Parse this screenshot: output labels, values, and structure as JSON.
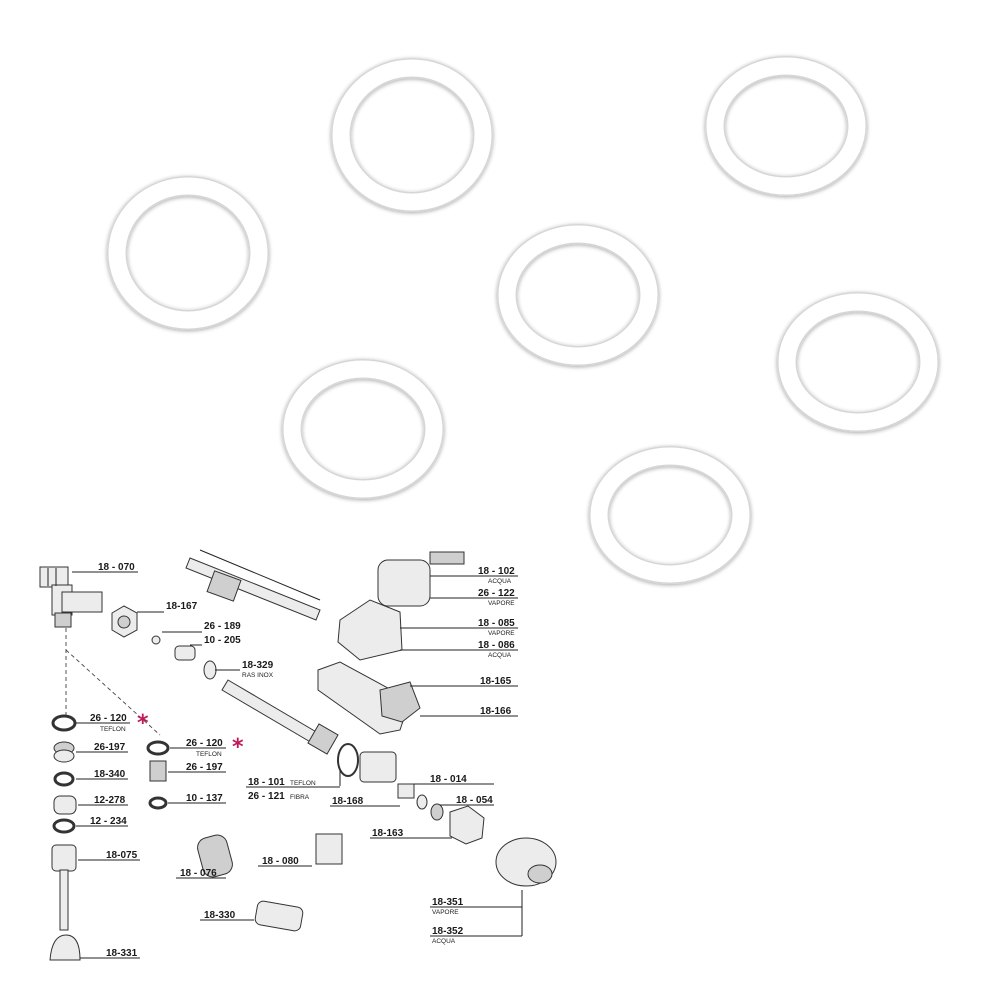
{
  "rings": {
    "count": 7,
    "ring_color": "#ffffff",
    "ring_shadow": "#d9d9d9"
  },
  "accent": "#c2185b",
  "asterisk": "*",
  "labels": [
    {
      "id": "l-18-070",
      "code": "18 - 070",
      "sub": ""
    },
    {
      "id": "l-18-167",
      "code": "18-167",
      "sub": ""
    },
    {
      "id": "l-26-189",
      "code": "26 - 189",
      "sub": ""
    },
    {
      "id": "l-10-205",
      "code": "10 - 205",
      "sub": ""
    },
    {
      "id": "l-18-329",
      "code": "18-329",
      "sub": "RAS INOX"
    },
    {
      "id": "l-26-120a",
      "code": "26 - 120",
      "sub": "TEFLON"
    },
    {
      "id": "l-26-197a",
      "code": "26-197",
      "sub": ""
    },
    {
      "id": "l-26-120b",
      "code": "26 - 120",
      "sub": "TEFLON"
    },
    {
      "id": "l-26-197b",
      "code": "26 - 197",
      "sub": ""
    },
    {
      "id": "l-18-340",
      "code": "18-340",
      "sub": ""
    },
    {
      "id": "l-12-278",
      "code": "12-278",
      "sub": ""
    },
    {
      "id": "l-10-137",
      "code": "10 - 137",
      "sub": ""
    },
    {
      "id": "l-12-234",
      "code": "12 - 234",
      "sub": ""
    },
    {
      "id": "l-18-075",
      "code": "18-075",
      "sub": ""
    },
    {
      "id": "l-18-076",
      "code": "18 - 076",
      "sub": ""
    },
    {
      "id": "l-18-080",
      "code": "18 - 080",
      "sub": ""
    },
    {
      "id": "l-18-330",
      "code": "18-330",
      "sub": ""
    },
    {
      "id": "l-18-331",
      "code": "18-331",
      "sub": ""
    },
    {
      "id": "l-18-101",
      "code": "18 - 101",
      "sub": "TEFLON"
    },
    {
      "id": "l-26-121",
      "code": "26 - 121",
      "sub": "FIBRA"
    },
    {
      "id": "l-18-168",
      "code": "18-168",
      "sub": ""
    },
    {
      "id": "l-18-163",
      "code": "18-163",
      "sub": ""
    },
    {
      "id": "l-18-014",
      "code": "18 - 014",
      "sub": ""
    },
    {
      "id": "l-18-054",
      "code": "18 - 054",
      "sub": ""
    },
    {
      "id": "l-18-102",
      "code": "18 - 102",
      "sub": "ACQUA"
    },
    {
      "id": "l-26-122",
      "code": "26 - 122",
      "sub": "VAPORE"
    },
    {
      "id": "l-18-085",
      "code": "18 - 085",
      "sub": "VAPORE"
    },
    {
      "id": "l-18-086",
      "code": "18 - 086",
      "sub": "ACQUA"
    },
    {
      "id": "l-18-165",
      "code": "18-165",
      "sub": ""
    },
    {
      "id": "l-18-166",
      "code": "18-166",
      "sub": ""
    },
    {
      "id": "l-18-351",
      "code": "18-351",
      "sub": "VAPORE"
    },
    {
      "id": "l-18-352",
      "code": "18-352",
      "sub": "ACQUA"
    }
  ]
}
